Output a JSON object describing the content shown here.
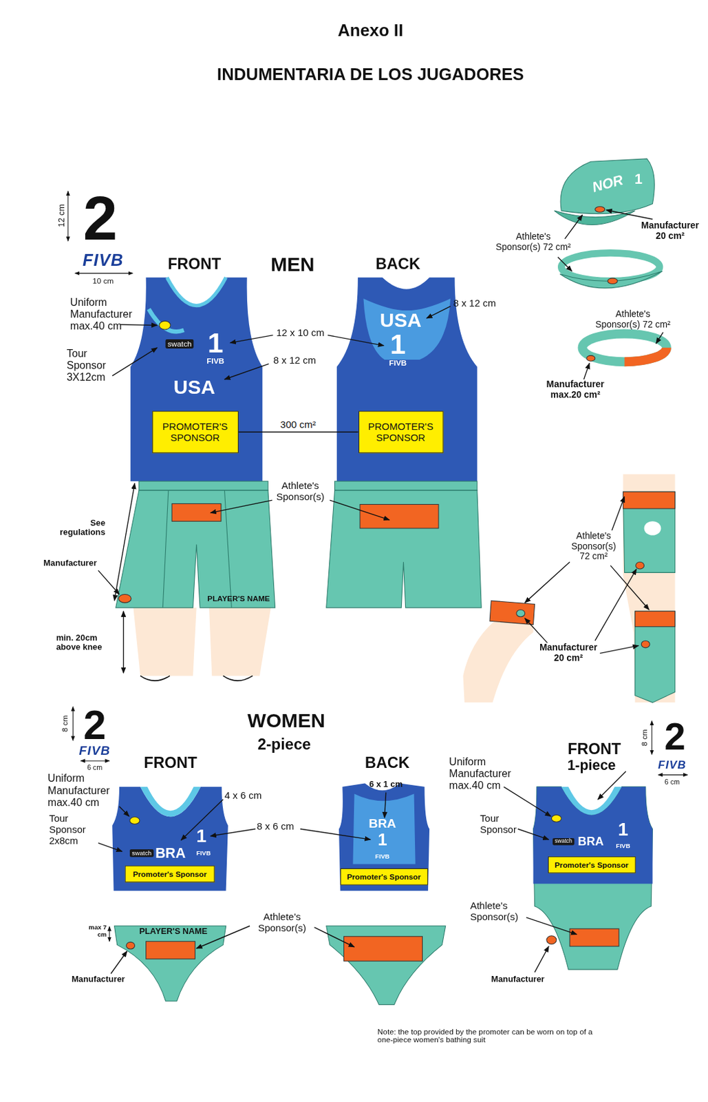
{
  "diagram": {
    "title": "Anexo II",
    "nodes": [
      {
        "text": [
          "PROMOTER'S SPONSOR"
        ]
      },
      {
        "text": [
          "PROMOTER'S SPONSOR"
        ]
      },
      {
        "text": [
          "Promoter's Sponsor"
        ]
      },
      {
        "text": [
          "Promoter's Sponsor"
        ]
      },
      {
        "text": [
          "Promoter's Sponsor"
        ]
      }
    ],
    "edges": [
      {
        "from": 0,
        "to": 1,
        "label": "300 cm²",
        "arrow": "none"
      }
    ],
    "labels": [
      "INDUMENTARIA DE LOS JUGADORES",
      "2",
      "FIVB",
      "12 cm",
      "10 cm",
      "FRONT",
      "MEN",
      "BACK",
      "Uniform Manufacturer max.40 cm",
      "swatch",
      "1",
      "FIVB",
      "USA",
      "Tour Sponsor 3X12cm",
      "12 x 10 cm",
      "8 x 12 cm",
      "USA",
      "1",
      "FIVB",
      "8 x 12 cm",
      "Athlete's Sponsor(s)",
      "See regulations",
      "Manufacturer",
      "min. 20cm above knee",
      "PLAYER'S NAME",
      "NOR",
      "1",
      "Manufacturer 20 cm²",
      "Athlete's Sponsor(s) 72 cm²",
      "USA",
      "Athlete's Sponsor(s) 72 cm²",
      "Manufacturer max.20 cm²",
      "Athlete's Sponsor(s) 72 cm²",
      "Manufacturer 20 cm²",
      "2",
      "FIVB",
      "8 cm",
      "6 cm",
      "WOMEN",
      "2-piece",
      "FRONT",
      "BACK",
      "Uniform Manufacturer max.40 cm",
      "4 x 6 cm",
      "8 x 6 cm",
      "Tour Sponsor 2x8cm",
      "swatch",
      "BRA",
      "1",
      "FIVB",
      "6 x 1 cm",
      "BRA",
      "1",
      "FIVB",
      "max 7 cm",
      "PLAYER'S NAME",
      "Manufacturer",
      "Athlete's Sponsor(s)",
      "FRONT",
      "1-piece",
      "2",
      "FIVB",
      "8 cm",
      "6 cm",
      "Uniform Manufacturer max.40 cm",
      "Tour Sponsor",
      "swatch",
      "BRA",
      "1",
      "FIVB",
      "Athlete's Sponsor(s)",
      "Manufacturer",
      "Note: the top provided by the promoter can be worn on top of a one-piece women's bathing suit"
    ]
  }
}
